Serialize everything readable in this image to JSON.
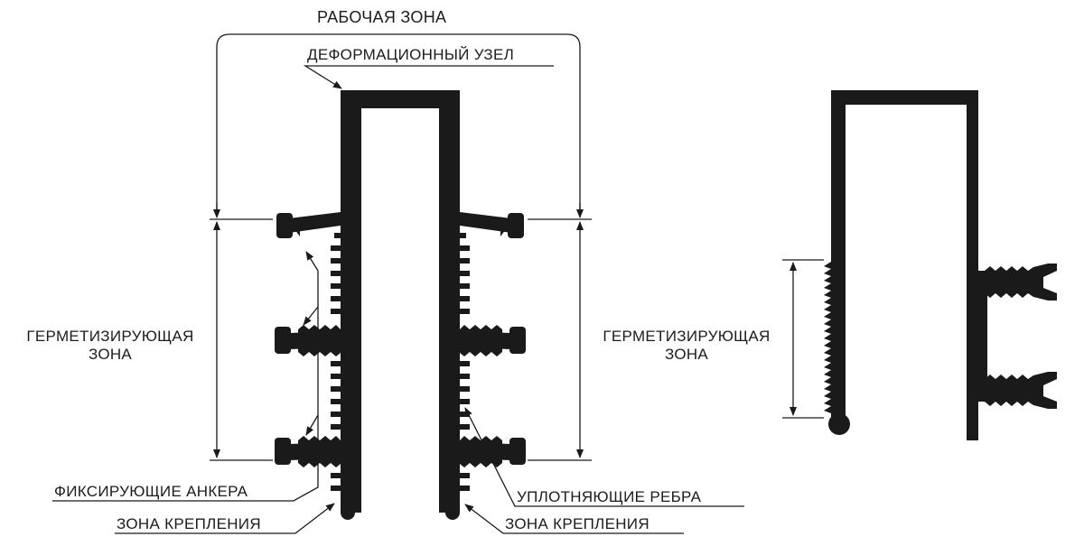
{
  "labels": {
    "working_zone": "РАБОЧАЯ ЗОНА",
    "deformation_node": "ДЕФОРМАЦИОННЫЙ УЗЕЛ",
    "sealing_zone_left_1": "ГЕРМЕТИЗИРУЮЩАЯ",
    "sealing_zone_left_2": "ЗОНА",
    "sealing_zone_right_1": "ГЕРМЕТИЗИРУЮЩАЯ",
    "sealing_zone_right_2": "ЗОНА",
    "fixing_anchors": "ФИКСИРУЮЩИЕ  АНКЕРА",
    "sealing_ribs": "УПЛОТНЯЮЩИЕ  РЕБРА",
    "mount_zone_left": "ЗОНА  КРЕПЛЕНИЯ",
    "mount_zone_right": "ЗОНА  КРЕПЛЕНИЯ"
  },
  "colors": {
    "profile": "#1a1a1a",
    "line": "#1a1a1a",
    "background": "#ffffff"
  }
}
